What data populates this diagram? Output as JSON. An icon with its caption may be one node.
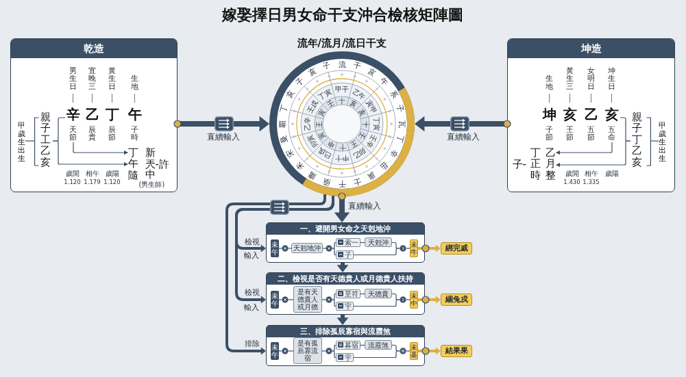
{
  "diagram": {
    "title": "嫁娶擇日男女命干支沖合檢核矩陣圖",
    "nodes": [
      {
        "text": [
          "乾造"
        ]
      },
      {
        "text": [
          "男生日",
          "辛",
          "天節"
        ],
        "in": 0
      },
      {
        "text": [
          "宜晚三",
          "乙",
          "辰貴"
        ],
        "in": 0
      },
      {
        "text": [
          "黃生日",
          "丁",
          "辰節"
        ],
        "in": 0
      },
      {
        "text": [
          "生地",
          "午",
          "子時"
        ],
        "in": 0
      },
      {
        "text": [
          "甲歲生出生"
        ],
        "in": 0
      },
      {
        "text": [
          "親子工乙亥"
        ],
        "in": 0
      },
      {
        "text": [
          "丁午隨"
        ],
        "in": 0
      },
      {
        "text": [
          "流年/流月/流日干支"
        ]
      },
      {
        "text": [
          "坤造"
        ]
      },
      {
        "text": [
          "生地",
          "坤",
          "子節"
        ],
        "in": 9
      },
      {
        "text": [
          "黃生三",
          "亥",
          "王節"
        ],
        "in": 9
      },
      {
        "text": [
          "女明日",
          "乙",
          "五節"
        ],
        "in": 9
      },
      {
        "text": [
          "坤生日",
          "亥",
          "五命"
        ],
        "in": 9
      },
      {
        "text": [
          "親子丁乙亥"
        ],
        "in": 9
      },
      {
        "text": [
          "甲歲生出生"
        ],
        "in": 9
      },
      {
        "text": [
          "乙月整"
        ],
        "in": 9
      },
      {
        "text": [
          "一、避開男女命之天剋地沖"
        ]
      },
      {
        "text": [
          "未午"
        ],
        "in": 17
      },
      {
        "text": [],
        "shape": "circle",
        "in": 17
      },
      {
        "text": [
          "天剋地沖"
        ],
        "in": 17
      },
      {
        "text": [],
        "shape": "circle",
        "in": 17
      },
      {
        "text": [
          "索一"
        ],
        "in": 17
      },
      {
        "text": [
          "天剋沖"
        ],
        "in": 17
      },
      {
        "text": [
          "子"
        ],
        "in": 17
      },
      {
        "text": [],
        "shape": "circle",
        "in": 17
      },
      {
        "text": [
          "未牛"
        ],
        "in": 17
      },
      {
        "text": [
          "綁完戚"
        ]
      },
      {
        "text": [
          "二、檢視是否有天德貴人或月德貴人扶持"
        ]
      },
      {
        "text": [
          "未午"
        ],
        "in": 28
      },
      {
        "text": [],
        "shape": "circle",
        "in": 28
      },
      {
        "text": [
          "是有天德貴人或月德"
        ],
        "in": 28
      },
      {
        "text": [],
        "shape": "circle",
        "in": 28
      },
      {
        "text": [
          "至符"
        ],
        "in": 28
      },
      {
        "text": [
          "天德貴"
        ],
        "in": 28
      },
      {
        "text": [
          "宇"
        ],
        "in": 28
      },
      {
        "text": [],
        "shape": "circle",
        "in": 28
      },
      {
        "text": [
          "未中"
        ],
        "in": 28
      },
      {
        "text": [
          "綑兔戍"
        ]
      },
      {
        "text": [
          "三、排除孤辰寡宿與流霞煞"
        ]
      },
      {
        "text": [
          "未午"
        ],
        "in": 39
      },
      {
        "text": [],
        "shape": "circle",
        "in": 39
      },
      {
        "text": [
          "是有孤辰寡流宿"
        ],
        "in": 39
      },
      {
        "text": [],
        "shape": "circle",
        "in": 39
      },
      {
        "text": [
          "募宿"
        ],
        "in": 39
      },
      {
        "text": [
          "流霰煞"
        ],
        "in": 39
      },
      {
        "text": [
          "宇"
        ],
        "in": 39
      },
      {
        "text": [],
        "shape": "circle",
        "in": 39
      },
      {
        "text": [
          "未棊"
        ],
        "in": 39
      },
      {
        "text": [
          "結果果"
        ]
      }
    ],
    "edges": [
      {
        "from": 5,
        "to": 6,
        "arrow": "none"
      },
      {
        "from": 6,
        "to": 1,
        "arrow": "none"
      },
      {
        "from": 6,
        "to": 7,
        "arrow": "to"
      },
      {
        "from": 1,
        "to": 7,
        "arrow": "to"
      },
      {
        "from": 0,
        "to": 8,
        "arrow": "to",
        "label": "直續輸入",
        "style": "thick"
      },
      {
        "from": 15,
        "to": 14,
        "arrow": "none"
      },
      {
        "from": 14,
        "to": 13,
        "arrow": "none"
      },
      {
        "from": 14,
        "to": 16,
        "arrow": "to"
      },
      {
        "from": 13,
        "to": 16,
        "arrow": "to"
      },
      {
        "from": 9,
        "to": 8,
        "arrow": "to",
        "label": "直續輸入",
        "style": "thick"
      },
      {
        "from": 8,
        "to": 17,
        "arrow": "to",
        "label": "直續輸入",
        "style": "thick"
      },
      {
        "from": 8,
        "to": 17,
        "arrow": "to",
        "label": "檢視",
        "style": "thick"
      },
      {
        "from": 8,
        "to": 28,
        "arrow": "to",
        "label": "檢視",
        "style": "thick"
      },
      {
        "from": 8,
        "to": 39,
        "arrow": "to",
        "label": "排除",
        "style": "thick"
      },
      {
        "from": 17,
        "to": 28,
        "arrow": "to",
        "style": "thick"
      },
      {
        "from": 28,
        "to": 39,
        "arrow": "to",
        "style": "thick"
      },
      {
        "from": 18,
        "to": 19,
        "arrow": "none"
      },
      {
        "from": 19,
        "to": 20,
        "arrow": "none"
      },
      {
        "from": 20,
        "to": 21,
        "arrow": "none"
      },
      {
        "from": 21,
        "to": 22,
        "arrow": "none"
      },
      {
        "from": 21,
        "to": 24,
        "arrow": "none"
      },
      {
        "from": 22,
        "to": 23,
        "arrow": "none"
      },
      {
        "from": 23,
        "to": 25,
        "arrow": "none"
      },
      {
        "from": 24,
        "to": 25,
        "arrow": "none"
      },
      {
        "from": 25,
        "to": 26,
        "arrow": "none"
      },
      {
        "from": 26,
        "to": 27,
        "arrow": "to",
        "style": "thick",
        "color": "#dcb042"
      },
      {
        "from": 29,
        "to": 30,
        "arrow": "none"
      },
      {
        "from": 30,
        "to": 31,
        "arrow": "none"
      },
      {
        "from": 31,
        "to": 32,
        "arrow": "none"
      },
      {
        "from": 32,
        "to": 33,
        "arrow": "none"
      },
      {
        "from": 32,
        "to": 35,
        "arrow": "none"
      },
      {
        "from": 33,
        "to": 34,
        "arrow": "none"
      },
      {
        "from": 34,
        "to": 36,
        "arrow": "none"
      },
      {
        "from": 35,
        "to": 36,
        "arrow": "none"
      },
      {
        "from": 36,
        "to": 37,
        "arrow": "none"
      },
      {
        "from": 37,
        "to": 38,
        "arrow": "to",
        "style": "thick",
        "color": "#dcb042"
      },
      {
        "from": 40,
        "to": 41,
        "arrow": "none"
      },
      {
        "from": 41,
        "to": 42,
        "arrow": "none"
      },
      {
        "from": 42,
        "to": 43,
        "arrow": "none"
      },
      {
        "from": 43,
        "to": 44,
        "arrow": "none"
      },
      {
        "from": 43,
        "to": 46,
        "arrow": "none"
      },
      {
        "from": 44,
        "to": 45,
        "arrow": "none"
      },
      {
        "from": 45,
        "to": 47,
        "arrow": "none"
      },
      {
        "from": 46,
        "to": 47,
        "arrow": "none"
      },
      {
        "from": 47,
        "to": 48,
        "arrow": "none"
      },
      {
        "from": 48,
        "to": 49,
        "arrow": "to",
        "style": "thick",
        "color": "#dcb042"
      }
    ],
    "labels": [
      "新",
      "兲-許",
      "中",
      "(男生師)",
      "歲閒",
      "1.120",
      "相午",
      "1.179",
      "歲陽",
      "1.120",
      "流",
      "干",
      "亥",
      "午",
      "系",
      "子",
      "瓦",
      "丁",
      "辛",
      "岳",
      "廣",
      "士",
      "干",
      "亟",
      "庸",
      "未",
      "宋",
      "曼",
      "覇",
      "丁",
      "亥",
      "子",
      "亥",
      "子",
      "甲干",
      "乙午",
      "寅甲",
      "丁寅",
      "壬辛",
      "卯乙",
      "中十",
      "巳戌",
      "卯寅",
      "乙辛",
      "壬戌",
      "丁寅",
      "十",
      "亥",
      "亥",
      "十",
      "壬",
      "王",
      "十",
      "申",
      "寅",
      "王",
      "寅",
      "壬",
      "子-",
      "丁正時",
      "歲閒",
      "1.430",
      "相午",
      "1.335",
      "歲陽",
      "輸入",
      "輸入"
    ]
  }
}
